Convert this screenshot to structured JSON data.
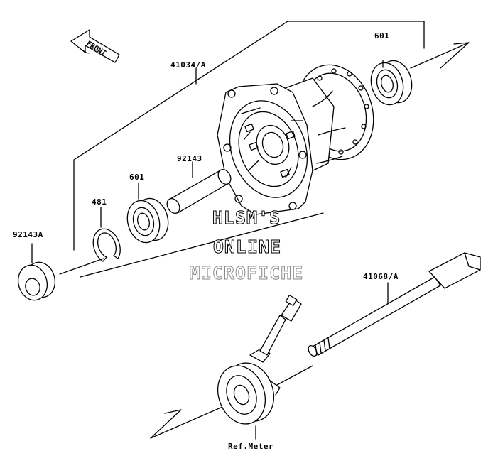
{
  "front_arrow": {
    "label": "FRONT"
  },
  "parts": {
    "p41034A": "41034/A",
    "p601_top": "601",
    "p92143": "92143",
    "p601_left": "601",
    "p481": "481",
    "p92143A": "92143A",
    "p41068A": "41068/A",
    "ref_meter": "Ref.Meter"
  },
  "watermark": {
    "line1": "HLSM'S",
    "line2": "ONLINE",
    "line3": "MICROFICHE"
  }
}
